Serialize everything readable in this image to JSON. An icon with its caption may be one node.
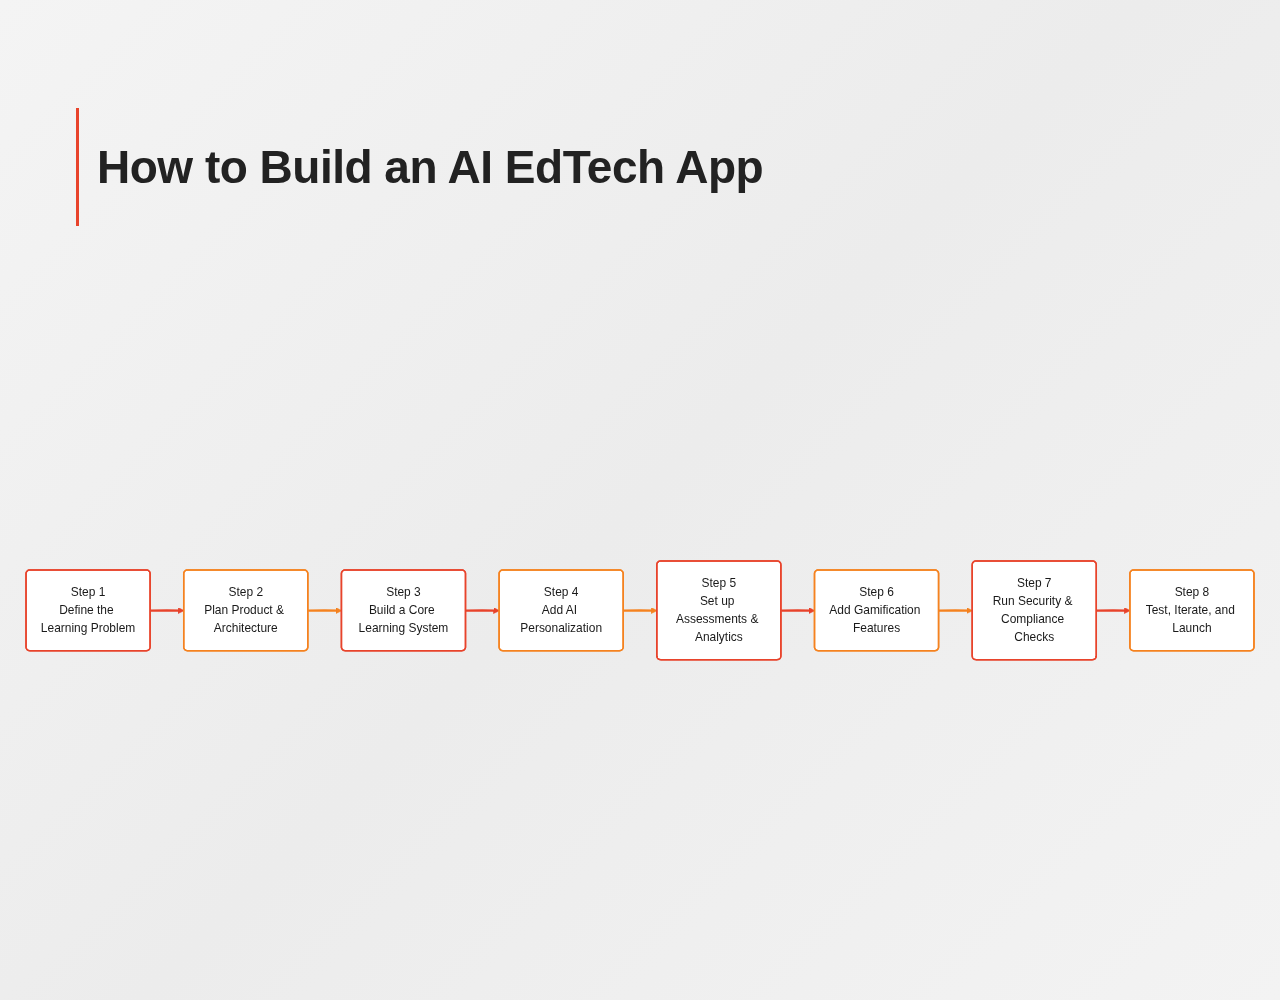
{
  "diagram": {
    "title": "How to Build an AI EdTech App",
    "nodes": [
      {
        "text": [
          "Step 1",
          "Define the Learning Problem"
        ]
      },
      {
        "text": [
          "Step 2",
          "Plan Product & Architecture"
        ]
      },
      {
        "text": [
          "Step 3",
          "Build a Core Learning System"
        ]
      },
      {
        "text": [
          "Step 4",
          "Add AI Personalization"
        ]
      },
      {
        "text": [
          "Step 5",
          "Set up Assessments & Analytics"
        ]
      },
      {
        "text": [
          "Step 6",
          "Add Gamification Features"
        ]
      },
      {
        "text": [
          "Step 7",
          "Run Security & Compliance Checks"
        ]
      },
      {
        "text": [
          "Step 8",
          "Test, Iterate, and Launch"
        ]
      }
    ],
    "edges": [
      {
        "from": 0,
        "to": 1,
        "arrow": "to"
      },
      {
        "from": 1,
        "to": 2,
        "arrow": "to",
        "color": "#f5821f"
      },
      {
        "from": 2,
        "to": 3,
        "arrow": "to"
      },
      {
        "from": 3,
        "to": 4,
        "arrow": "to",
        "color": "#f5821f"
      },
      {
        "from": 4,
        "to": 5,
        "arrow": "to"
      },
      {
        "from": 5,
        "to": 6,
        "arrow": "to",
        "color": "#f5821f"
      },
      {
        "from": 6,
        "to": 7,
        "arrow": "to"
      }
    ]
  }
}
